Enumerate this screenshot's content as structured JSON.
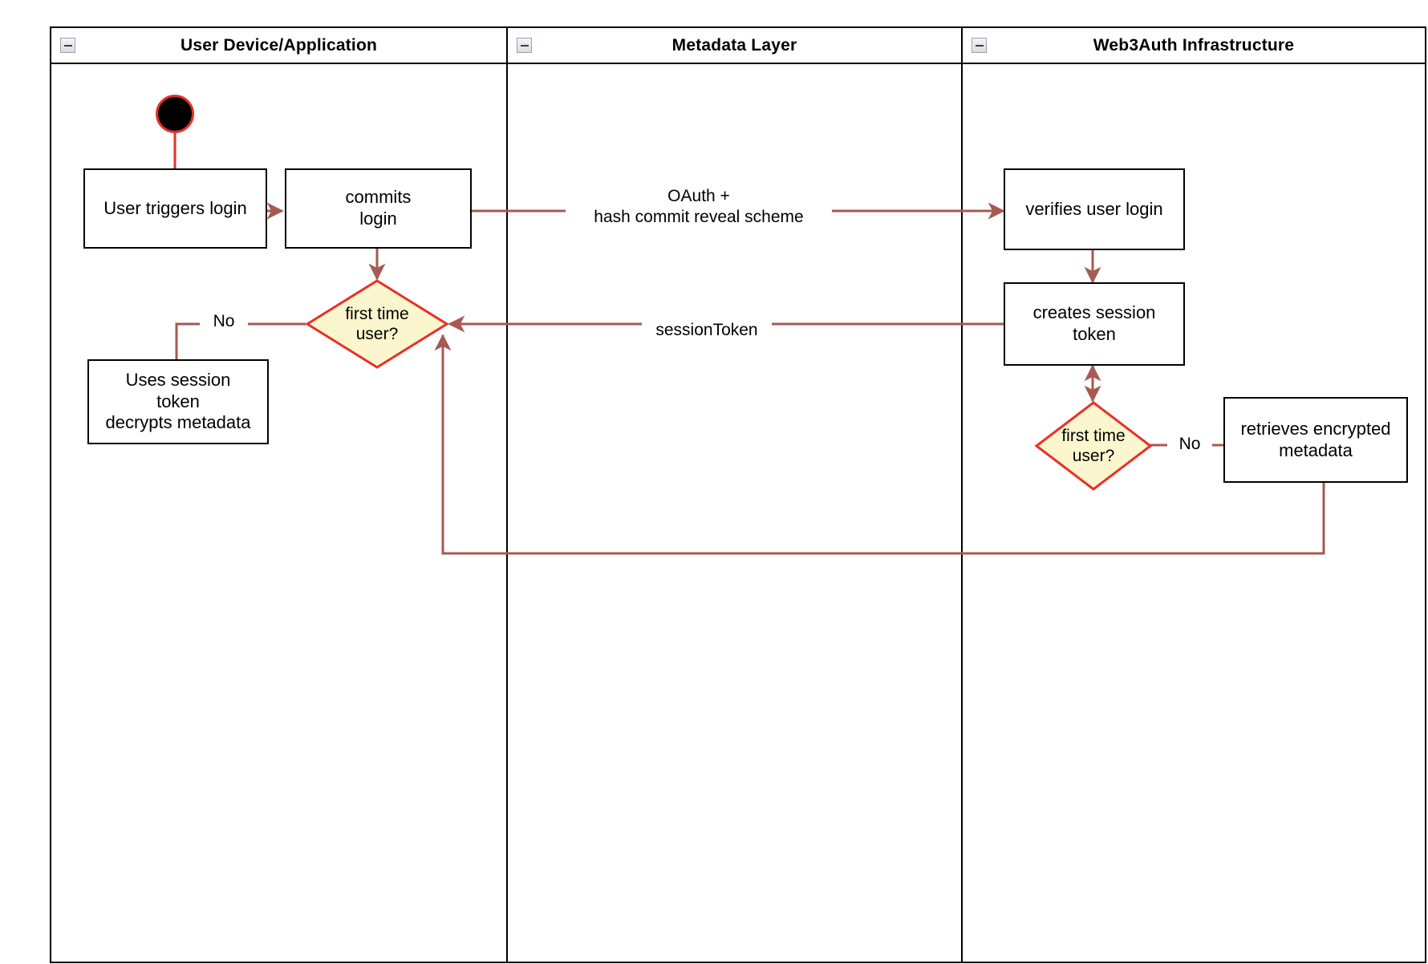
{
  "diagram": {
    "type": "uml-activity-swimlane",
    "accent_line_color": "#a55a52",
    "decision_border_color": "#e8302a",
    "decision_fill_color": "#fbf6cd",
    "node_border_color": "#000000",
    "lane_border_color": "#000000"
  },
  "lanes": [
    {
      "id": "user-device",
      "title": "User Device/Application",
      "collapse_icon": "collapse-minus-icon"
    },
    {
      "id": "metadata-layer",
      "title": "Metadata Layer",
      "collapse_icon": "collapse-minus-icon"
    },
    {
      "id": "web3auth",
      "title": "Web3Auth Infrastructure",
      "collapse_icon": "collapse-minus-icon"
    }
  ],
  "nodes": {
    "start": {
      "name": "start-node",
      "label": ""
    },
    "user_triggers_login": {
      "label": "User triggers login"
    },
    "commits_login": {
      "label": "commits\nlogin"
    },
    "first_time_user_left": {
      "label": "first time\nuser?"
    },
    "uses_session_token": {
      "label": "Uses session\ntoken\ndecrypts metadata"
    },
    "verifies_user_login": {
      "label": "verifies user login"
    },
    "creates_session_token": {
      "label": "creates session\ntoken"
    },
    "first_time_user_right": {
      "label": "first time\nuser?"
    },
    "retrieves_encrypted_metadata": {
      "label": "retrieves encrypted\nmetadata"
    }
  },
  "edge_labels": {
    "oauth": "OAuth +\nhash commit reveal scheme",
    "session_token": "sessionToken",
    "no_left": "No",
    "no_right": "No"
  }
}
